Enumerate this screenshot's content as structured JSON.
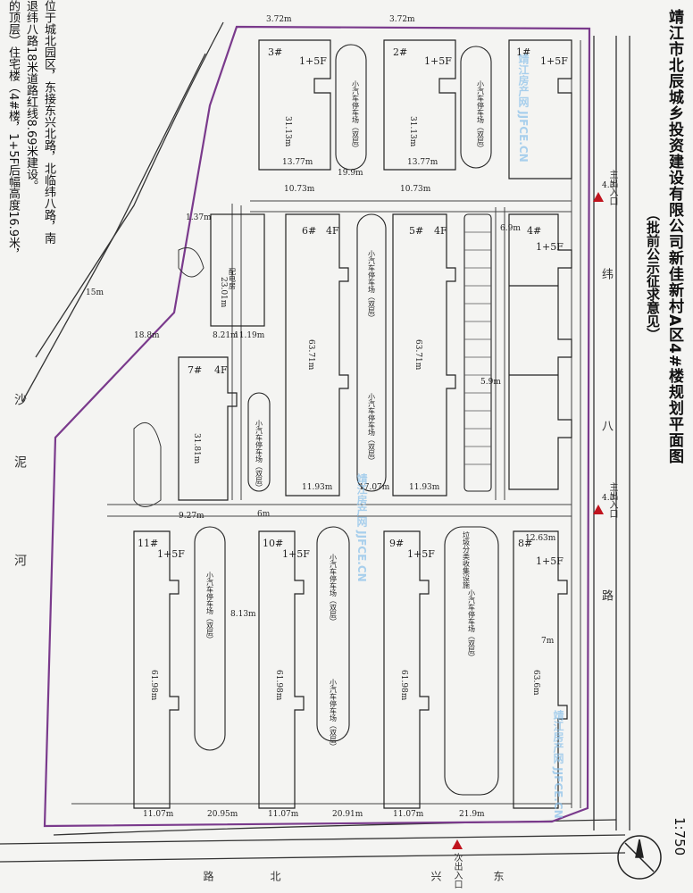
{
  "title": "靖江市北辰城乡投资建设有限公司新佳新村A区4#楼规划平面图",
  "subtitle": "（批前公示征求意见）",
  "notes": [
    "位于城北园区，东接东兴北路，北临纬八路，南",
    "退纬八路18米道路红线8.69米建设。",
    "的顶层）住宅楼（4#楼，1+5F后幅高度16.9米，"
  ],
  "scale": "1:750",
  "roads": {
    "weiba": [
      "纬",
      "八",
      "路"
    ],
    "dongxing": [
      "东",
      "兴",
      "北",
      "路"
    ],
    "shani": [
      "沙",
      "泥",
      "河"
    ]
  },
  "entrances": [
    "主出入口",
    "主出入口",
    "次出入口"
  ],
  "buildings": [
    {
      "id": "3#",
      "floors": "1+5F"
    },
    {
      "id": "2#",
      "floors": "1+5F"
    },
    {
      "id": "1#",
      "floors": "1+5F"
    },
    {
      "id": "4#",
      "floors": "1+5F"
    },
    {
      "id": "5#",
      "floors": "4F"
    },
    {
      "id": "6#",
      "floors": "4F"
    },
    {
      "id": "7#",
      "floors": "4F"
    },
    {
      "id": "8#",
      "floors": "1+5F"
    },
    {
      "id": "9#",
      "floors": "1+5F"
    },
    {
      "id": "10#",
      "floors": "1+5F"
    },
    {
      "id": "11#",
      "floors": "1+5F"
    }
  ],
  "facilities": {
    "substation": "配电房",
    "parking": "小汽车停车场（双层）",
    "garbage": "垃圾分类收集设施"
  },
  "dimensions": {
    "d1": "31.13m",
    "d2": "13.77m",
    "d3": "19.9m",
    "d4": "10.73m",
    "d5": "63.71m",
    "d6": "11.93m",
    "d7": "31.81m",
    "d8": "23.01m",
    "d9": "11.19m",
    "d10": "61.98m",
    "d11": "11.07m",
    "d12": "20.95m",
    "d13": "63.6m",
    "d14": "12.63m",
    "d15": "17.07m",
    "d16": "9.27m",
    "d17": "8.13m",
    "d18": "6m",
    "d19": "7m",
    "d20": "4.3",
    "d21": "3.72m",
    "d22": "18.8m",
    "d23": "15m",
    "d24": "20.91m",
    "d25": "21.9m",
    "d26": "5.9m",
    "d27": "6.9m",
    "d28": "1.37m",
    "d29": "8.21m"
  },
  "watermark": "靖江房产网 JJFCE.CN",
  "colors": {
    "boundary": "#7a3a8c",
    "ink": "#222222",
    "entrance": "#c0141e",
    "watermark": "#8fc3ea"
  }
}
